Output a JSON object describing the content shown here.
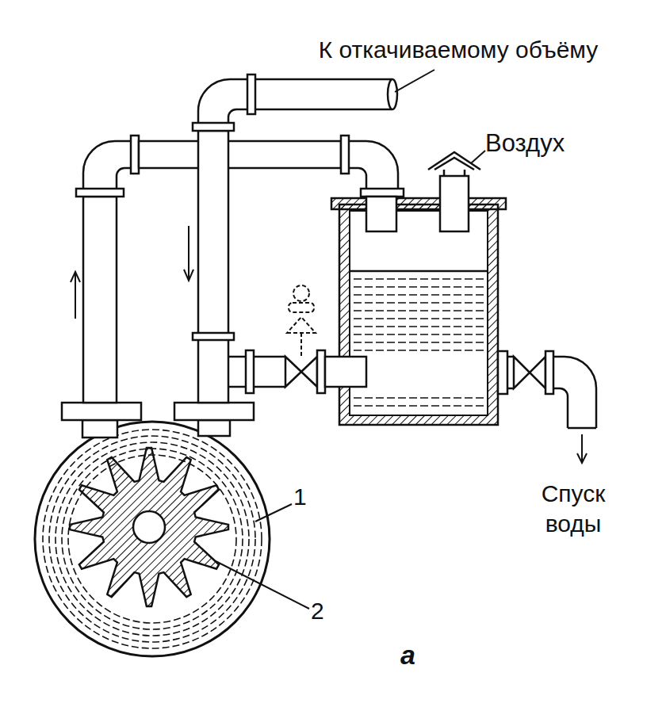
{
  "diagram": {
    "labels": [
      "К откачиваемому объёму",
      "Воздух",
      "Спуск воды",
      "1",
      "2",
      "а"
    ]
  }
}
